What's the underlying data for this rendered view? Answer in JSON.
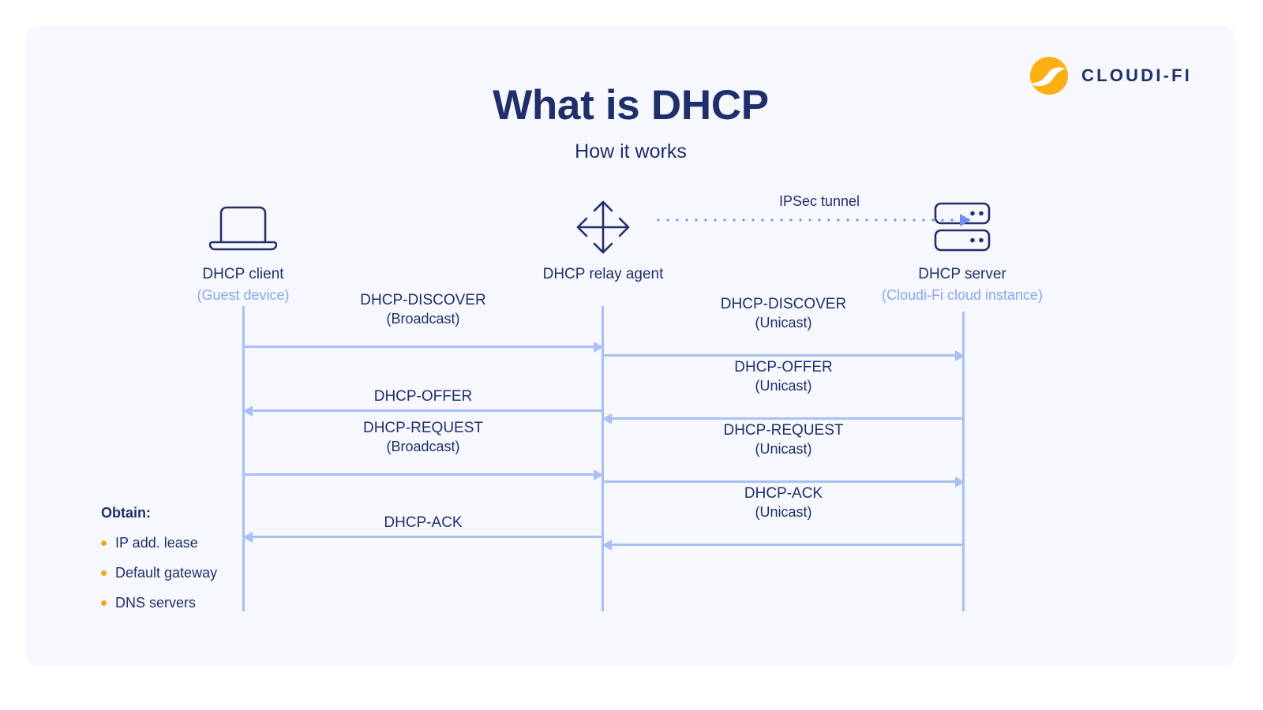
{
  "header": {
    "title": "What is DHCP",
    "subtitle": "How it works",
    "logo_text": "CLOUDI-FI",
    "logo_icon": "cloudifi-swoosh-logo",
    "brand_orange": "#f5a623",
    "brand_navy": "#1e2f6b"
  },
  "nodes": [
    {
      "icon": "laptop-icon",
      "label": "DHCP client",
      "sub": "(Guest device)"
    },
    {
      "icon": "move-arrows-icon",
      "label": "DHCP relay agent",
      "sub": ""
    },
    {
      "icon": "server-stack-icon",
      "label": "DHCP server",
      "sub": "(Cloudi-Fi cloud instance)"
    }
  ],
  "tunnel": {
    "label": "IPSec tunnel",
    "icon": "dotted-arrow-right-icon"
  },
  "messages_left": [
    {
      "main": "DHCP-DISCOVER",
      "sub": "(Broadcast)",
      "direction": "right"
    },
    {
      "main": "DHCP-OFFER",
      "sub": "",
      "direction": "left"
    },
    {
      "main": "DHCP-REQUEST",
      "sub": "(Broadcast)",
      "direction": "right"
    },
    {
      "main": "DHCP-ACK",
      "sub": "",
      "direction": "left"
    }
  ],
  "messages_right": [
    {
      "main": "DHCP-DISCOVER",
      "sub": "(Unicast)",
      "direction": "right"
    },
    {
      "main": "DHCP-OFFER",
      "sub": "(Unicast)",
      "direction": "left"
    },
    {
      "main": "DHCP-REQUEST",
      "sub": "(Unicast)",
      "direction": "right"
    },
    {
      "main": "DHCP-ACK",
      "sub": "(Unicast)",
      "direction": "left"
    }
  ],
  "obtain": {
    "title": "Obtain:",
    "items": [
      "IP add. lease",
      "Default gateway",
      "DNS servers"
    ],
    "bullet_color": "#f5a623"
  },
  "colors": {
    "panel_bg": "#f7f8fd",
    "page_bg": "#ffffff",
    "line_blue": "#a8c0f5",
    "sub_blue": "#8aa4f0"
  }
}
